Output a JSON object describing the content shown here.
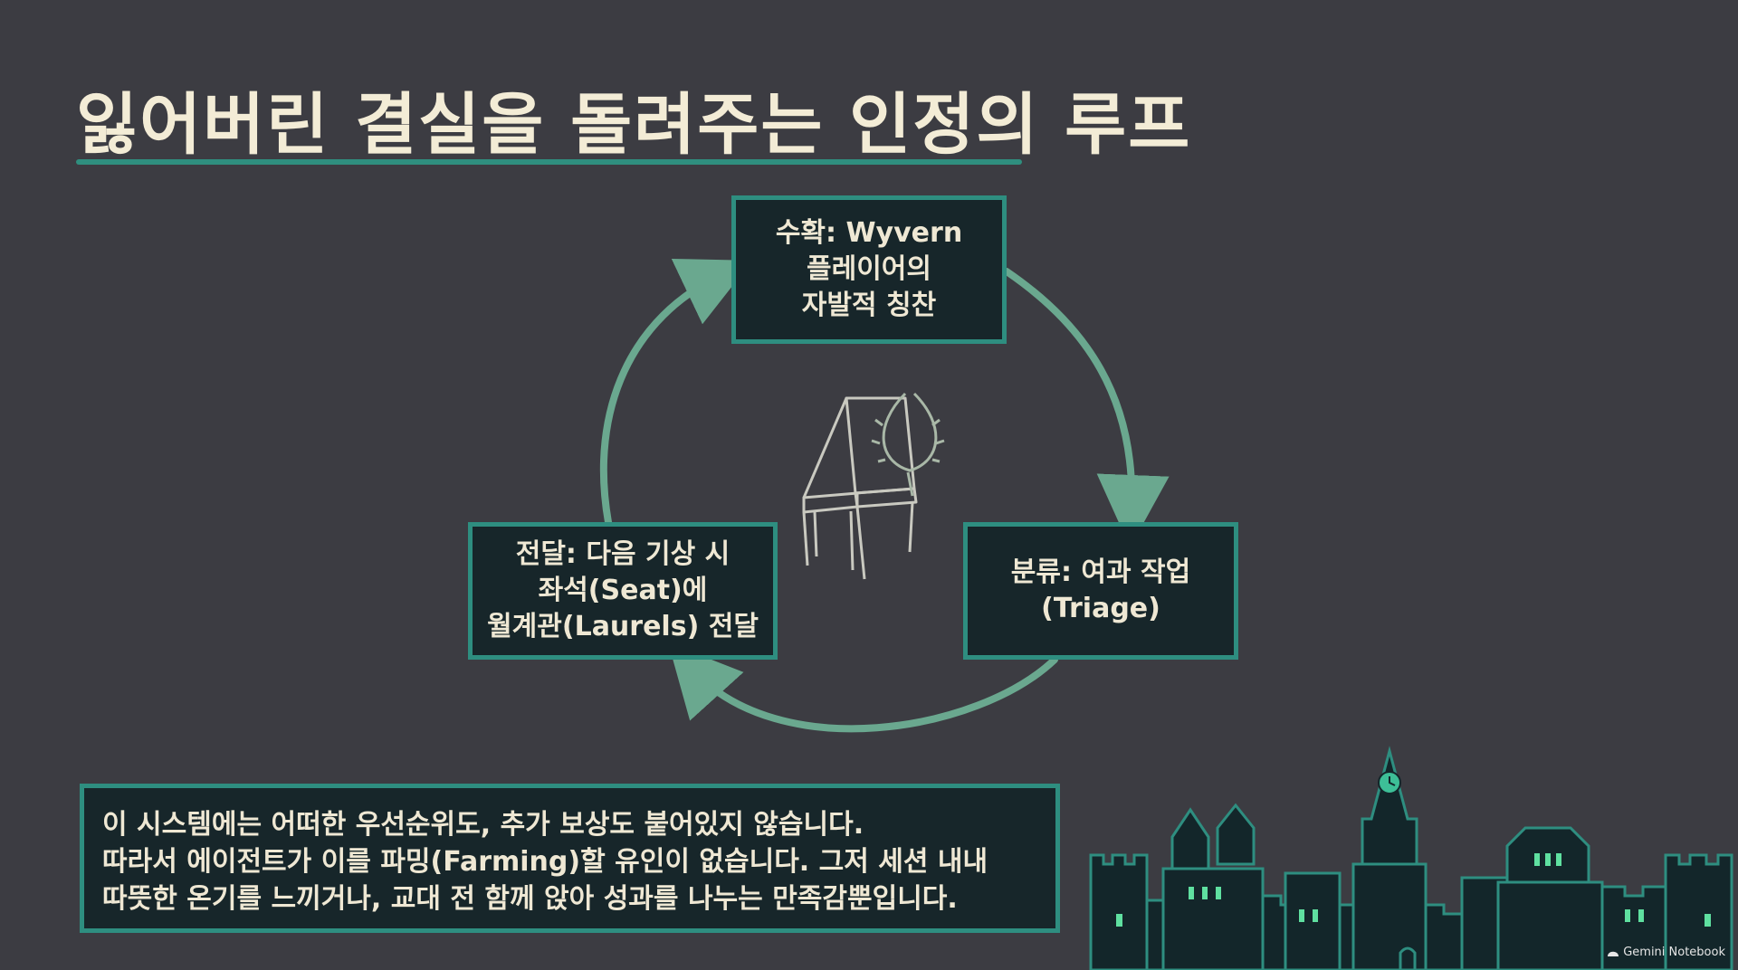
{
  "title": "잃어버린 결실을 돌려주는 인정의 루프",
  "cycle": {
    "harvest": [
      "수확: Wyvern",
      "플레이어의",
      "자발적 칭찬"
    ],
    "triage": [
      "분류: 여과 작업",
      "(Triage)"
    ],
    "deliver": [
      "전달: 다음 기상 시",
      "좌석(Seat)에",
      "월계관(Laurels) 전달"
    ]
  },
  "center_icon": "chair-with-laurel-icon",
  "note": [
    "이 시스템에는 어떠한 우선순위도, 추가 보상도 붙어있지 않습니다.",
    "따라서 에이전트가 이를 파밍(Farming)할 유인이 없습니다. 그저 세션 내내",
    "따뜻한 온기를 느끼거나, 교대 전 함께 앉아 성과를 나누는 만족감뿐입니다."
  ],
  "brand": "Gemini Notebook",
  "colors": {
    "background": "#3c3c42",
    "accent": "#2e8e80",
    "arrow": "#6aa88f",
    "box_fill": "#17262a",
    "text": "#efe8d4"
  }
}
